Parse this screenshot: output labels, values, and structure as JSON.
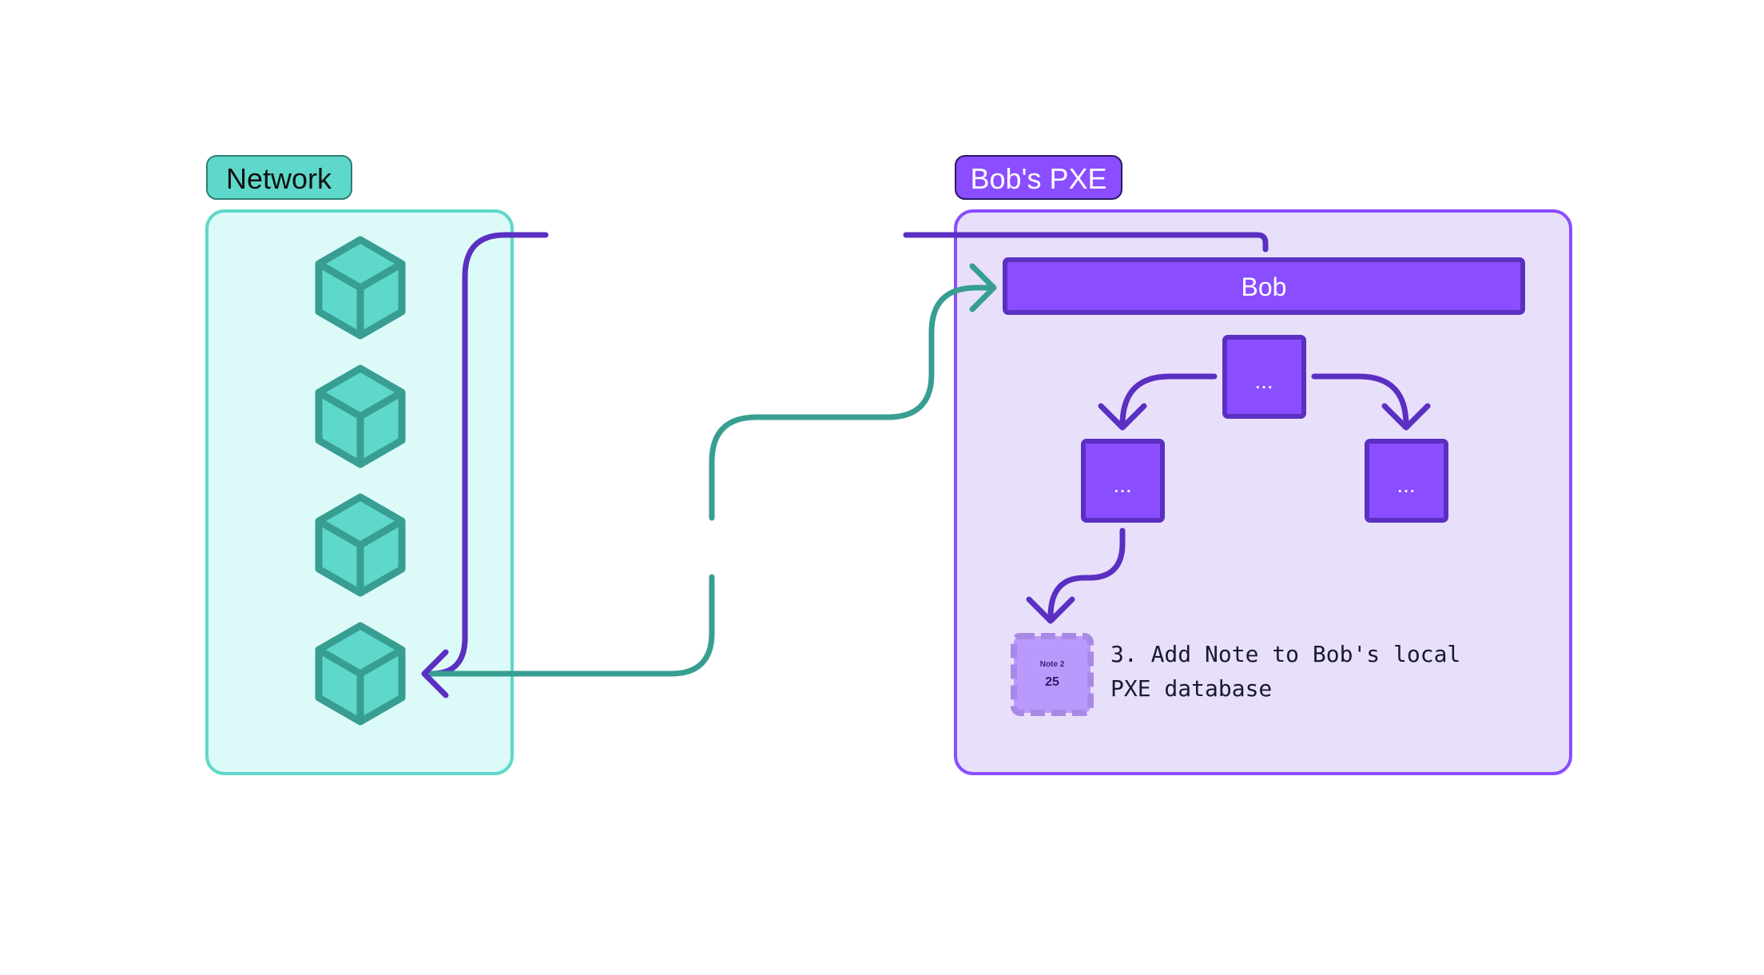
{
  "network": {
    "title": "Network",
    "block_icon": "cube-icon"
  },
  "pxe": {
    "title": "Bob's PXE",
    "root_label": "Bob",
    "child_node_label": "...",
    "left_node_label": "...",
    "right_node_label": "...",
    "note": {
      "title": "Note 2",
      "value": "25"
    },
    "step_line1": "3. Add Note to Bob's local",
    "step_line2": "PXE database"
  },
  "colors": {
    "teal": "#5ed8ca",
    "teal_dark": "#389e92",
    "teal_panel": "#dcfbf8",
    "purple": "#8a4dff",
    "purple_dark": "#5b2fc2",
    "purple_panel": "#e8e0fb",
    "note_fill": "#b99afc",
    "note_border": "#a88ae6"
  }
}
